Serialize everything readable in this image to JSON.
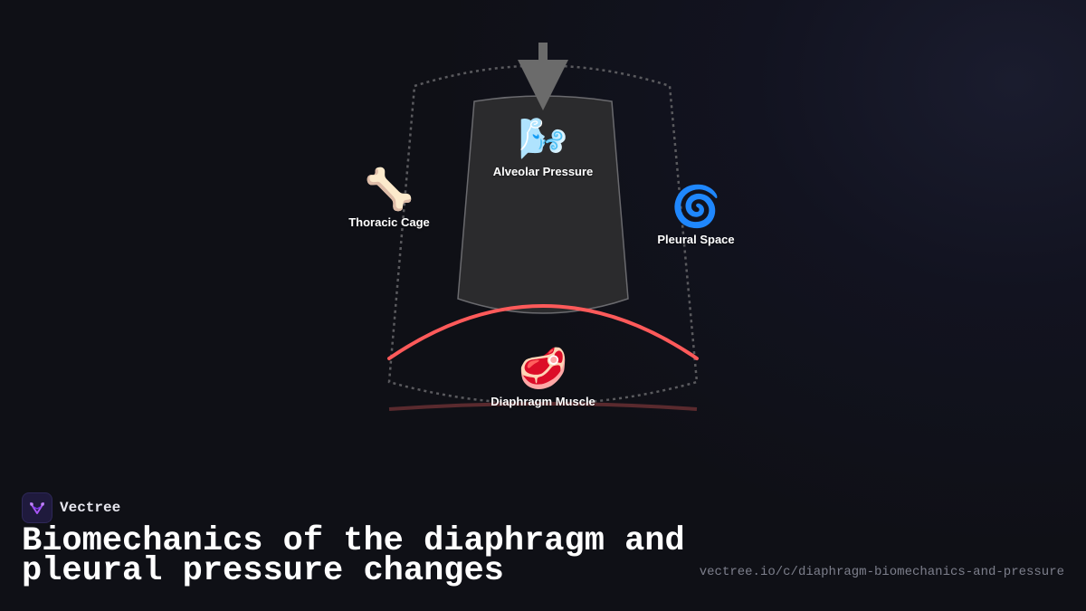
{
  "diagram": {
    "nodes": {
      "alveolar": {
        "icon": "🌬️",
        "icon_name": "wind-face-icon",
        "label": "Alveolar Pressure"
      },
      "thoracic": {
        "icon": "🦴",
        "icon_name": "bone-icon",
        "label": "Thoracic Cage"
      },
      "pleural": {
        "icon": "🌀",
        "icon_name": "cyclone-icon",
        "label": "Pleural Space"
      },
      "diaphragm": {
        "icon": "🥩",
        "icon_name": "meat-cut-icon",
        "label": "Diaphragm Muscle"
      }
    },
    "colors": {
      "diaphragm_arc": "#ff5a5a",
      "diaphragm_baseline": "#5a2a2e",
      "lung_fill": "#2b2b2d",
      "arrow": "#6b6b6b",
      "cage_outline": "#5a5a5e"
    }
  },
  "footer": {
    "brand_name": "Vectree",
    "brand_logo_icon": "vectree-logo-icon",
    "title": "Biomechanics of the diaphragm and pleural pressure changes",
    "url": "vectree.io/c/diaphragm-biomechanics-and-pressure"
  }
}
